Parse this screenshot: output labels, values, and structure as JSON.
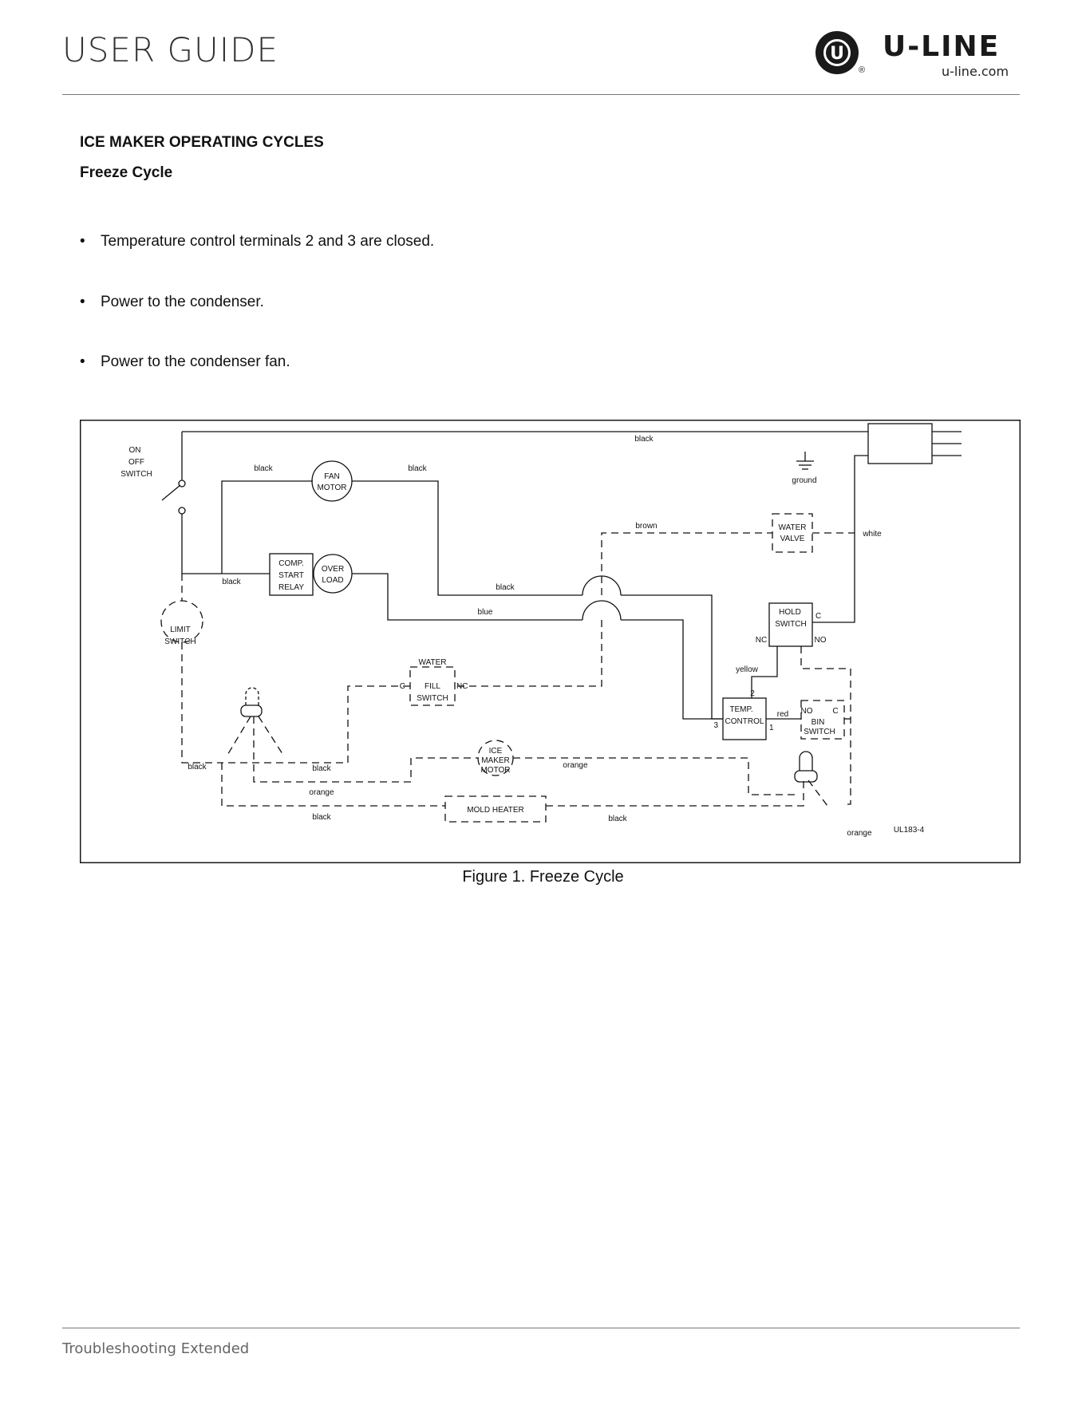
{
  "header": {
    "title": "USER GUIDE",
    "logo_letter": "U",
    "logo_registered": "®",
    "logo_brand": "U-LINE",
    "logo_site": "u-line.com"
  },
  "content": {
    "section_title": "ICE MAKER OPERATING CYCLES",
    "subsection_title": "Freeze Cycle",
    "bullets": [
      "Temperature control terminals 2 and 3 are closed.",
      "Power to the condenser.",
      "Power to the condenser fan."
    ]
  },
  "diagram": {
    "labels": {
      "on": "ON",
      "off": "OFF",
      "switch": "SWITCH",
      "fan": "FAN",
      "motor": "MOTOR",
      "comp": "COMP.",
      "start": "START",
      "relay": "RELAY",
      "over": "OVER",
      "load": "LOAD",
      "limit": "LIMIT",
      "water": "WATER",
      "fill": "FILL",
      "valve": "VALVE",
      "ground": "ground",
      "hold": "HOLD",
      "temp": "TEMP.",
      "control": "CONTROL",
      "bin": "BIN",
      "ice": "ICE",
      "maker": "MAKER",
      "mold_heater": "MOLD HEATER",
      "c": "C",
      "nc": "NC",
      "no": "NO",
      "t1": "1",
      "t2": "2",
      "t3": "3",
      "code": "UL183-4"
    },
    "wires": {
      "black": "black",
      "blue": "blue",
      "brown": "brown",
      "white": "white",
      "yellow": "yellow",
      "red": "red",
      "orange": "orange"
    }
  },
  "figure_caption": "Figure 1. Freeze Cycle",
  "footer": {
    "section": "Troubleshooting Extended"
  }
}
